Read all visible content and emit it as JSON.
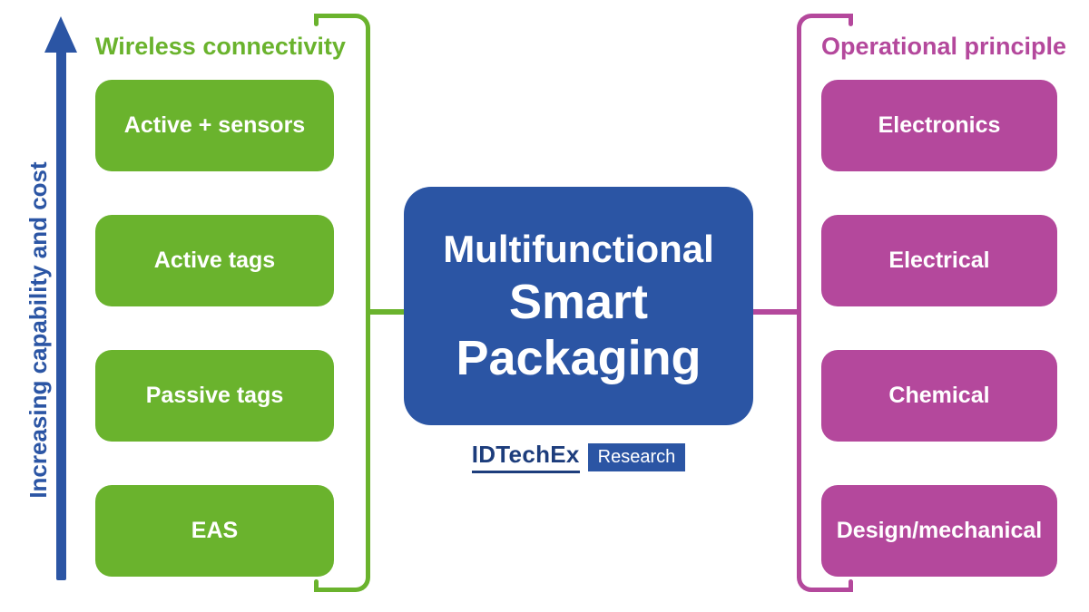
{
  "colors": {
    "green": "#6ab32d",
    "magenta": "#b4489c",
    "blue": "#2b55a4",
    "navy": "#1d3d7c"
  },
  "axis_label": "Increasing capability and cost",
  "left_panel": {
    "title": "Wireless connectivity",
    "items": [
      "Active + sensors",
      "Active tags",
      "Passive tags",
      "EAS"
    ]
  },
  "right_panel": {
    "title": "Operational principle",
    "items": [
      "Electronics",
      "Electrical",
      "Chemical",
      "Design/mechanical"
    ]
  },
  "center": {
    "line1": "Multifunctional",
    "line2": "Smart",
    "line3": "Packaging"
  },
  "logo": {
    "brand": "IDTechEx",
    "suffix": "Research"
  }
}
